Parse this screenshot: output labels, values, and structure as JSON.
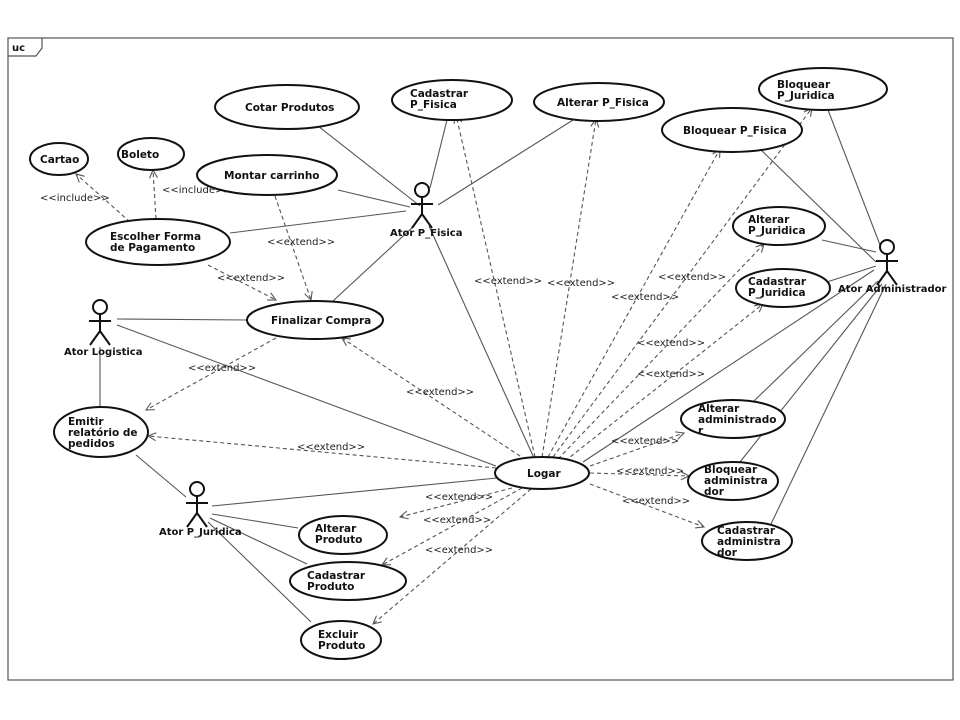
{
  "frame": {
    "tag": "uc"
  },
  "stereotypes": {
    "include": "<<include>>",
    "extend": "<<extend>>"
  },
  "actors": [
    {
      "id": "pfisica",
      "label": "Ator P_Fisica"
    },
    {
      "id": "admin",
      "label": "Ator Administrador"
    },
    {
      "id": "logistica",
      "label": "Ator Logistica"
    },
    {
      "id": "pjuridica",
      "label": "Ator P_Juridica"
    }
  ],
  "use_cases": [
    {
      "id": "cotar",
      "lines": [
        "Cotar Produtos"
      ]
    },
    {
      "id": "cad_pf",
      "lines": [
        "Cadastrar",
        "P_Fisica"
      ]
    },
    {
      "id": "alt_pf",
      "lines": [
        "Alterar P_Fisica"
      ]
    },
    {
      "id": "bloq_pf",
      "lines": [
        "Bloquear P_Fisica"
      ]
    },
    {
      "id": "bloq_pj",
      "lines": [
        "Bloquear",
        "P_Juridica"
      ]
    },
    {
      "id": "cartao",
      "lines": [
        "Cartao"
      ]
    },
    {
      "id": "boleto",
      "lines": [
        "Boleto"
      ]
    },
    {
      "id": "montar",
      "lines": [
        "Montar carrinho"
      ]
    },
    {
      "id": "escolher",
      "lines": [
        "Escolher Forma",
        "de Pagamento"
      ]
    },
    {
      "id": "alt_pj",
      "lines": [
        "Alterar",
        "P_Juridica"
      ]
    },
    {
      "id": "cad_pj",
      "lines": [
        "Cadastrar",
        "P_Juridica"
      ]
    },
    {
      "id": "finalizar",
      "lines": [
        "Finalizar Compra"
      ]
    },
    {
      "id": "emitir",
      "lines": [
        "Emitir",
        "relatório de",
        "pedidos"
      ]
    },
    {
      "id": "alt_adm",
      "lines": [
        "Alterar",
        "administrado",
        "r"
      ]
    },
    {
      "id": "logar",
      "lines": [
        "Logar"
      ]
    },
    {
      "id": "bloq_adm",
      "lines": [
        "Bloquear",
        "administra",
        "dor"
      ]
    },
    {
      "id": "cad_adm",
      "lines": [
        "Cadastrar",
        "administra",
        "dor"
      ]
    },
    {
      "id": "alt_prod",
      "lines": [
        "Alterar",
        "Produto"
      ]
    },
    {
      "id": "cad_prod",
      "lines": [
        "Cadastrar",
        "Produto"
      ]
    },
    {
      "id": "exc_prod",
      "lines": [
        "Excluir",
        "Produto"
      ]
    }
  ],
  "associations": [
    [
      "cotar",
      "pfisica"
    ],
    [
      "cad_pf",
      "pfisica"
    ],
    [
      "alt_pf",
      "pfisica"
    ],
    [
      "montar",
      "pfisica"
    ],
    [
      "escolher",
      "pfisica"
    ],
    [
      "finalizar",
      "pfisica"
    ],
    [
      "logar",
      "pfisica"
    ],
    [
      "bloq_pf",
      "admin"
    ],
    [
      "bloq_pj",
      "admin"
    ],
    [
      "alt_pj",
      "admin"
    ],
    [
      "cad_pj",
      "admin"
    ],
    [
      "alt_adm",
      "admin"
    ],
    [
      "bloq_adm",
      "admin"
    ],
    [
      "cad_adm",
      "admin"
    ],
    [
      "logar",
      "admin"
    ],
    [
      "finalizar",
      "logistica"
    ],
    [
      "emitir",
      "logistica"
    ],
    [
      "logar",
      "logistica"
    ],
    [
      "emitir",
      "pjuridica"
    ],
    [
      "logar",
      "pjuridica"
    ],
    [
      "alt_prod",
      "pjuridica"
    ],
    [
      "cad_prod",
      "pjuridica"
    ],
    [
      "exc_prod",
      "pjuridica"
    ]
  ],
  "dependencies": [
    {
      "from": "escolher",
      "to": "cartao",
      "type": "include"
    },
    {
      "from": "escolher",
      "to": "boleto",
      "type": "include"
    },
    {
      "from": "montar",
      "to": "finalizar",
      "type": "extend"
    },
    {
      "from": "escolher",
      "to": "finalizar",
      "type": "extend"
    },
    {
      "from": "finalizar",
      "to": "emitir",
      "type": "extend"
    },
    {
      "from": "logar",
      "to": "cad_pf",
      "type": "extend"
    },
    {
      "from": "logar",
      "to": "alt_pf",
      "type": "extend"
    },
    {
      "from": "logar",
      "to": "bloq_pf",
      "type": "extend"
    },
    {
      "from": "logar",
      "to": "bloq_pj",
      "type": "extend"
    },
    {
      "from": "logar",
      "to": "alt_pj",
      "type": "extend"
    },
    {
      "from": "logar",
      "to": "cad_pj",
      "type": "extend"
    },
    {
      "from": "logar",
      "to": "finalizar",
      "type": "extend"
    },
    {
      "from": "logar",
      "to": "emitir",
      "type": "extend"
    },
    {
      "from": "logar",
      "to": "alt_adm",
      "type": "extend"
    },
    {
      "from": "logar",
      "to": "bloq_adm",
      "type": "extend"
    },
    {
      "from": "logar",
      "to": "cad_adm",
      "type": "extend"
    },
    {
      "from": "logar",
      "to": "alt_prod",
      "type": "extend"
    },
    {
      "from": "logar",
      "to": "cad_prod",
      "type": "extend"
    },
    {
      "from": "logar",
      "to": "exc_prod",
      "type": "extend"
    }
  ]
}
